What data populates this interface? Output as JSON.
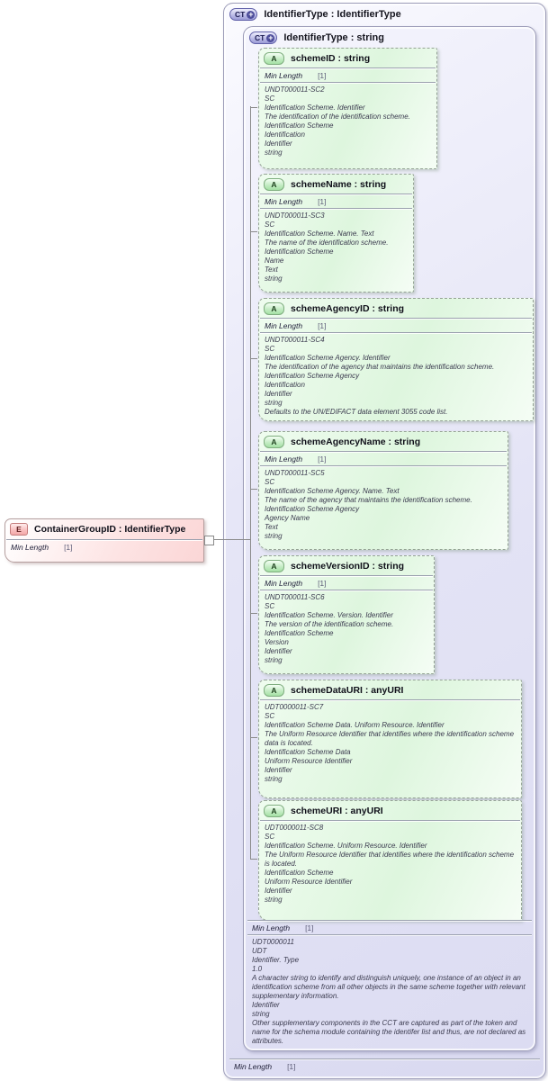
{
  "colors": {
    "complextype_fill": "#e3e3f5",
    "attribute_fill": "#def6de",
    "element_fill": "#fde3e3",
    "box_border": "#9c9cb8",
    "connector": "#8a8a8a"
  },
  "element": {
    "badge": "E",
    "title": "ContainerGroupID : IdentifierType",
    "facet": {
      "name": "Min Length",
      "value": "[1]"
    }
  },
  "outer_type": {
    "badge": "CT",
    "expand_glyph": "+",
    "title": "IdentifierType : IdentifierType",
    "facet": {
      "name": "Min Length",
      "value": "[1]"
    }
  },
  "inner_type": {
    "badge": "CT",
    "expand_glyph": "+",
    "title": "IdentifierType : string",
    "facet": {
      "name": "Min Length",
      "value": "[1]"
    },
    "docs": [
      "UDT0000011",
      "UDT",
      "Identifier. Type",
      "1.0",
      "A character string to identify and distinguish uniquely, one instance of an object in an identification scheme from all other objects in the same scheme together with relevant supplementary information.",
      "Identifier",
      "string",
      "Other supplementary components in the CCT are captured as part of the token and name for the schema module containing the identifer list and thus, are not declared as attributes."
    ],
    "attributes": [
      {
        "badge": "A",
        "title": "schemeID : string",
        "facet": {
          "name": "Min Length",
          "value": "[1]"
        },
        "docs": [
          "UNDT000011-SC2",
          "SC",
          "Identification Scheme. Identifier",
          "The identification of the identification scheme.",
          "Identification Scheme",
          "Identification",
          "Identifier",
          "string"
        ]
      },
      {
        "badge": "A",
        "title": "schemeName : string",
        "facet": {
          "name": "Min Length",
          "value": "[1]"
        },
        "docs": [
          "UNDT000011-SC3",
          "SC",
          "Identification Scheme. Name. Text",
          "The name of the identification scheme.",
          "Identification Scheme",
          "Name",
          "Text",
          "string"
        ]
      },
      {
        "badge": "A",
        "title": "schemeAgencyID : string",
        "facet": {
          "name": "Min Length",
          "value": "[1]"
        },
        "docs": [
          "UNDT000011-SC4",
          "SC",
          "Identification Scheme Agency. Identifier",
          "The identification of the agency that maintains the identification scheme.",
          "Identification Scheme Agency",
          "Identification",
          "Identifier",
          "string",
          "Defaults to the UN/EDIFACT data element 3055 code list."
        ]
      },
      {
        "badge": "A",
        "title": "schemeAgencyName : string",
        "facet": {
          "name": "Min Length",
          "value": "[1]"
        },
        "docs": [
          "UNDT000011-SC5",
          "SC",
          "Identification Scheme Agency. Name. Text",
          "The name of the agency that maintains the identification scheme.",
          "Identification Scheme Agency",
          "Agency Name",
          "Text",
          "string"
        ]
      },
      {
        "badge": "A",
        "title": "schemeVersionID : string",
        "facet": {
          "name": "Min Length",
          "value": "[1]"
        },
        "docs": [
          "UNDT000011-SC6",
          "SC",
          "Identification Scheme. Version. Identifier",
          "The version of the identification scheme.",
          "Identification Scheme",
          "Version",
          "Identifier",
          "string"
        ]
      },
      {
        "badge": "A",
        "title": "schemeDataURI : anyURI",
        "docs": [
          "UDT0000011-SC7",
          "SC",
          "Identification Scheme Data. Uniform Resource. Identifier",
          "The Uniform Resource Identifier that identifies where the identification scheme data is located.",
          "Identification Scheme Data",
          "Uniform Resource Identifier",
          "Identifier",
          "string"
        ]
      },
      {
        "badge": "A",
        "title": "schemeURI : anyURI",
        "docs": [
          "UDT0000011-SC8",
          "SC",
          "Identification Scheme. Uniform Resource. Identifier",
          "The Uniform Resource Identifier that identifies where the identification scheme is located.",
          "Identification Scheme",
          "Uniform Resource Identifier",
          "Identifier",
          "string"
        ]
      }
    ]
  }
}
